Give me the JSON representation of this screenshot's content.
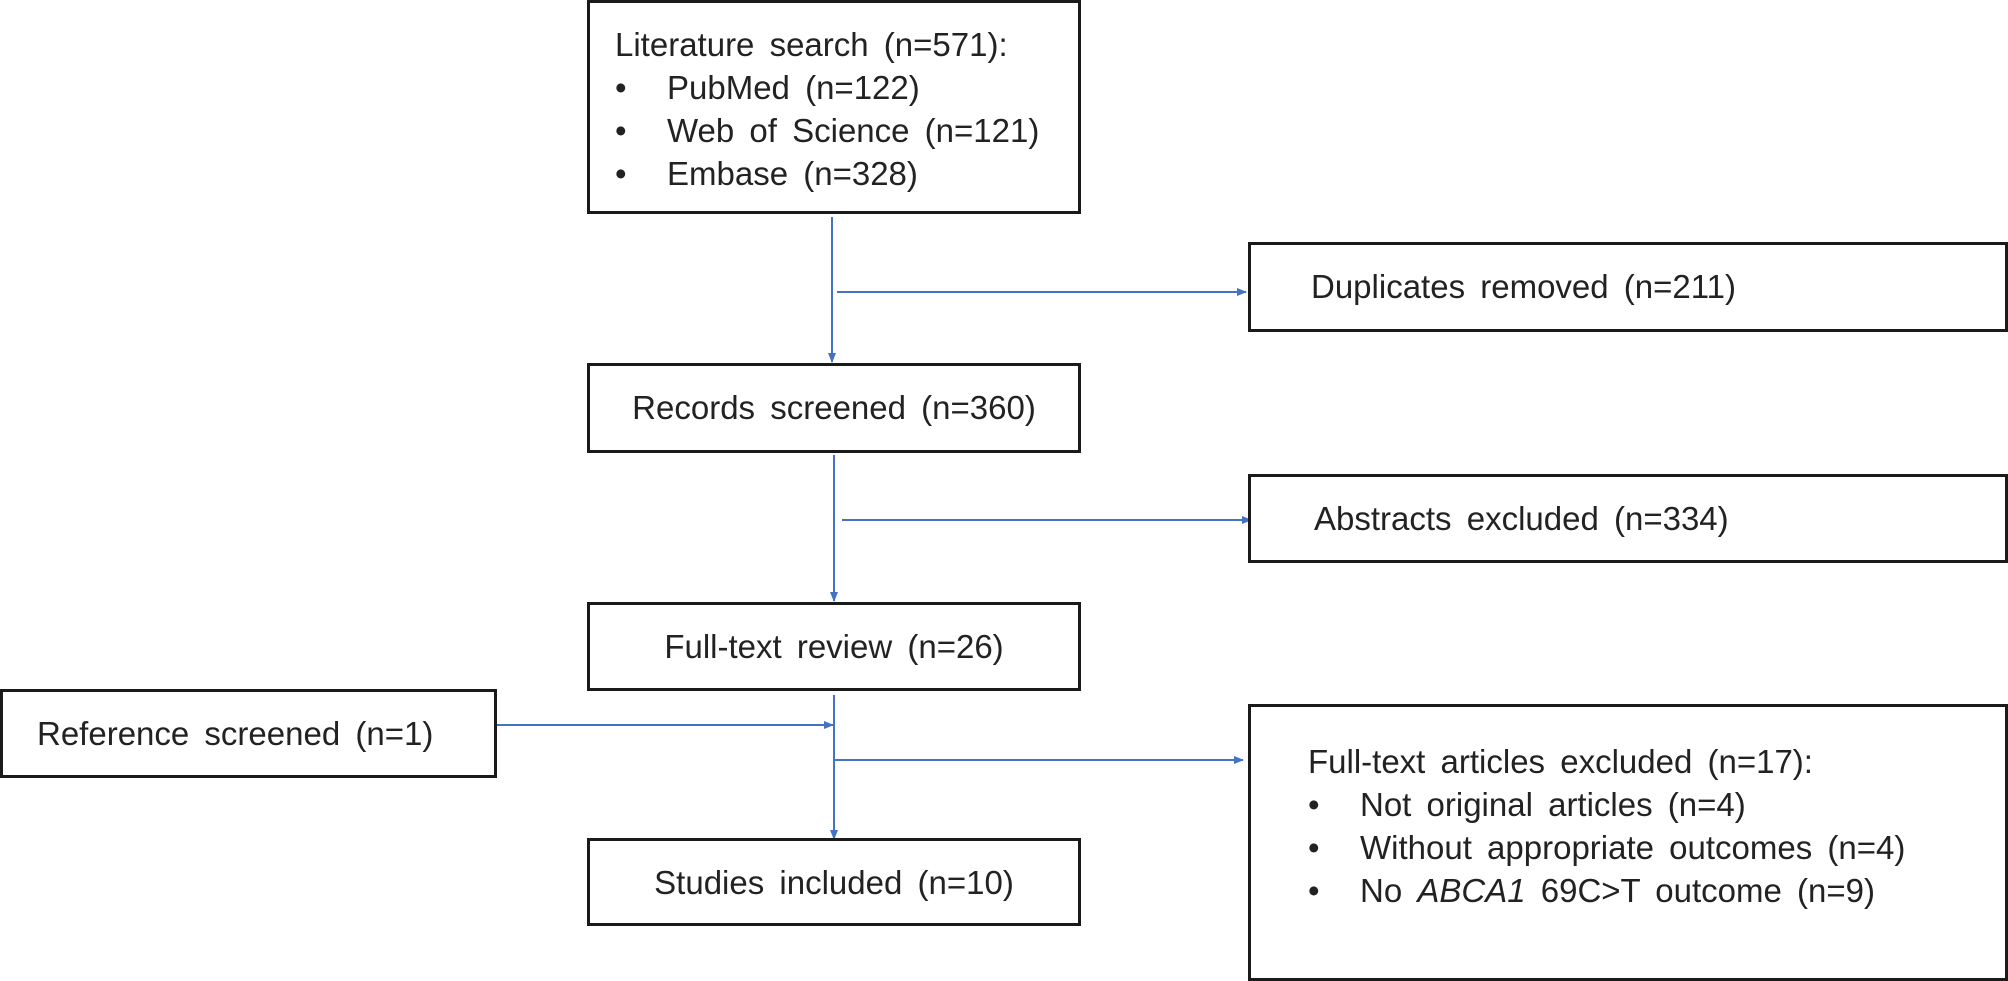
{
  "colors": {
    "arrow": "#4472c4",
    "border": "#1a1a1a",
    "text": "#222222"
  },
  "literature": {
    "title": "Literature search (n=571):",
    "items": [
      "PubMed (n=122)",
      "Web of Science (n=121)",
      "Embase (n=328)"
    ]
  },
  "duplicates": "Duplicates removed (n=211)",
  "records": "Records screened (n=360)",
  "abstracts": "Abstracts excluded (n=334)",
  "fulltext": "Full-text review (n=26)",
  "reference": "Reference screened (n=1)",
  "excluded": {
    "title": "Full-text articles excluded (n=17):",
    "items": [
      "Not original articles (n=4)",
      "Without appropriate outcomes (n=4)"
    ],
    "item3_prefix": "No",
    "item3_gene": "ABCA1",
    "item3_suffix": "69C>T outcome (n=9)"
  },
  "studies": "Studies included (n=10)",
  "bullet": "•"
}
